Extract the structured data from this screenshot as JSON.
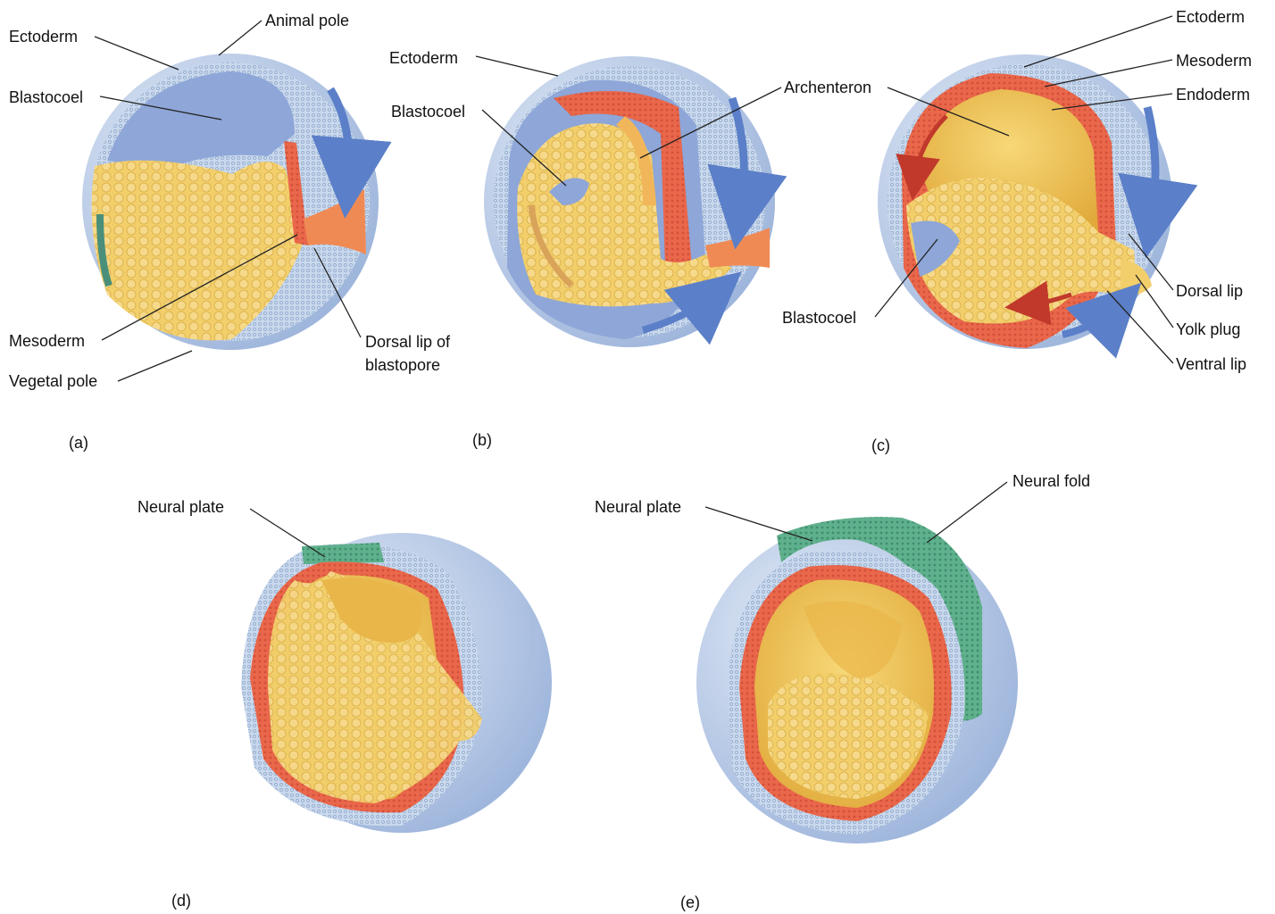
{
  "colors": {
    "ectoderm": "#c9d8ec",
    "outer_shell": "#a9c0e0",
    "blastocoel": "#8ea6d8",
    "yolk": "#f2cf6b",
    "mesoderm": "#e9674a",
    "endoderm": "#f5a07a",
    "neural": "#5fb08c",
    "arrow": "#5b7fc8"
  },
  "panels": {
    "a": {
      "caption": "(a)",
      "labels": {
        "ectoderm": "Ectoderm",
        "animal_pole": "Animal pole",
        "blastocoel": "Blastocoel",
        "mesoderm": "Mesoderm",
        "vegetal_pole": "Vegetal pole",
        "dorsal_lip_line1": "Dorsal lip of",
        "dorsal_lip_line2": "blastopore"
      }
    },
    "b": {
      "caption": "(b)",
      "labels": {
        "ectoderm": "Ectoderm",
        "blastocoel": "Blastocoel",
        "archenteron": "Archenteron"
      }
    },
    "c": {
      "caption": "(c)",
      "labels": {
        "ectoderm": "Ectoderm",
        "mesoderm": "Mesoderm",
        "endoderm": "Endoderm",
        "blastocoel": "Blastocoel",
        "dorsal_lip": "Dorsal lip",
        "yolk_plug": "Yolk plug",
        "ventral_lip": "Ventral lip"
      }
    },
    "d": {
      "caption": "(d)",
      "labels": {
        "neural_plate": "Neural plate"
      }
    },
    "e": {
      "caption": "(e)",
      "labels": {
        "neural_plate": "Neural plate",
        "neural_fold": "Neural fold"
      }
    }
  }
}
